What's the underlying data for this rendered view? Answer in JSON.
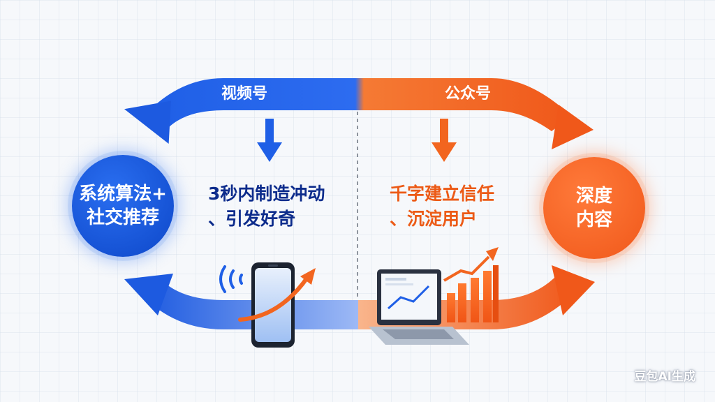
{
  "flow": {
    "left_channel_label": "视频号",
    "right_channel_label": "公众号",
    "left_node_line1": "系统算法+",
    "left_node_line2": "社交推荐",
    "right_node_line1": "深度",
    "right_node_line2": "内容",
    "left_message_line1": "3秒内制造冲动",
    "left_message_line2": "、引发好奇",
    "right_message_line1": "千字建立信任",
    "right_message_line2": "、沉淀用户"
  },
  "colors": {
    "blue": "#1f5fe6",
    "orange": "#f2651f",
    "text_navy": "#0d2c8c"
  },
  "watermark": "豆包AI生成"
}
